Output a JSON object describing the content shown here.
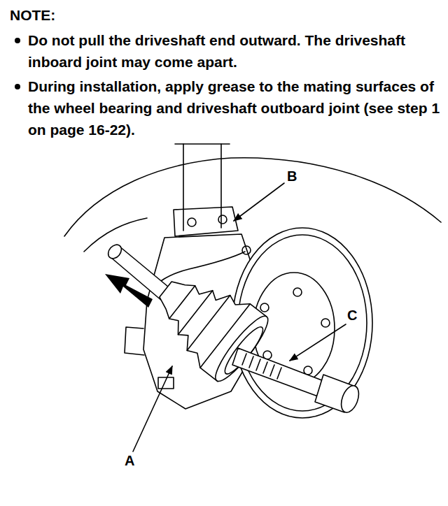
{
  "diagram": {
    "title": "NOTE:",
    "labels": [
      "Do not pull the driveshaft end outward. The driveshaft inboard joint may come apart.",
      "During installation, apply grease to the mating surfaces of the wheel bearing and driveshaft outboard joint (see step 1 on page 16-22).",
      "B",
      "C",
      "A"
    ]
  }
}
